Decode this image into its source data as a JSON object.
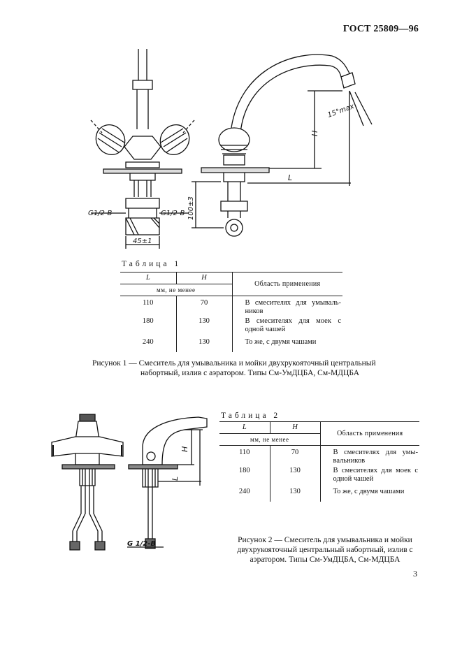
{
  "header": {
    "standard": "ГОСТ 25809—96"
  },
  "figure1": {
    "labels": {
      "thread_left": "G1/2-B",
      "thread_right": "G1/2-B",
      "width": "45±1",
      "height_dim": "100±3",
      "H": "H",
      "L": "L",
      "angle": "15°max"
    }
  },
  "table1": {
    "caption": "Таблица 1",
    "col_L": "L",
    "col_H": "H",
    "units": "мм, не менее",
    "col_app": "Область применения",
    "rows": [
      {
        "L": "110",
        "H": "70",
        "app": "В смесителях для умываль­ников"
      },
      {
        "L": "180",
        "H": "130",
        "app": "В смесителях для моек с одной чашей"
      },
      {
        "L": "240",
        "H": "130",
        "app": "То же, с двумя чашами"
      }
    ]
  },
  "caption1": {
    "line1": "Рисунок 1 — Смеситель для умывальника и мойки двухрукояточный центральный",
    "line2": "набортный, излив с аэратором. Типы См-УмДЦБА, См-МДЦБА"
  },
  "figure2": {
    "labels": {
      "H": "H",
      "L": "L",
      "thread": "G 1/2-B"
    }
  },
  "table2": {
    "caption": "Таблица 2",
    "col_L": "L",
    "col_H": "H",
    "units": "мм, не менее",
    "col_app": "Область применения",
    "rows": [
      {
        "L": "110",
        "H": "70",
        "app": "В смесителях для умы­вальников"
      },
      {
        "L": "180",
        "H": "130",
        "app": "В смесителях для моек с одной чашей"
      },
      {
        "L": "240",
        "H": "130",
        "app": "То же, с двумя чашами"
      }
    ]
  },
  "caption2": {
    "line1": "Рисунок 2 — Смеситель для умывальника и мойки",
    "line2": "двухрукояточный центральный набортный, излив с",
    "line3": "аэратором. Типы См-УмДЦБА, См-МДЦБА"
  },
  "page": {
    "number": "3"
  }
}
